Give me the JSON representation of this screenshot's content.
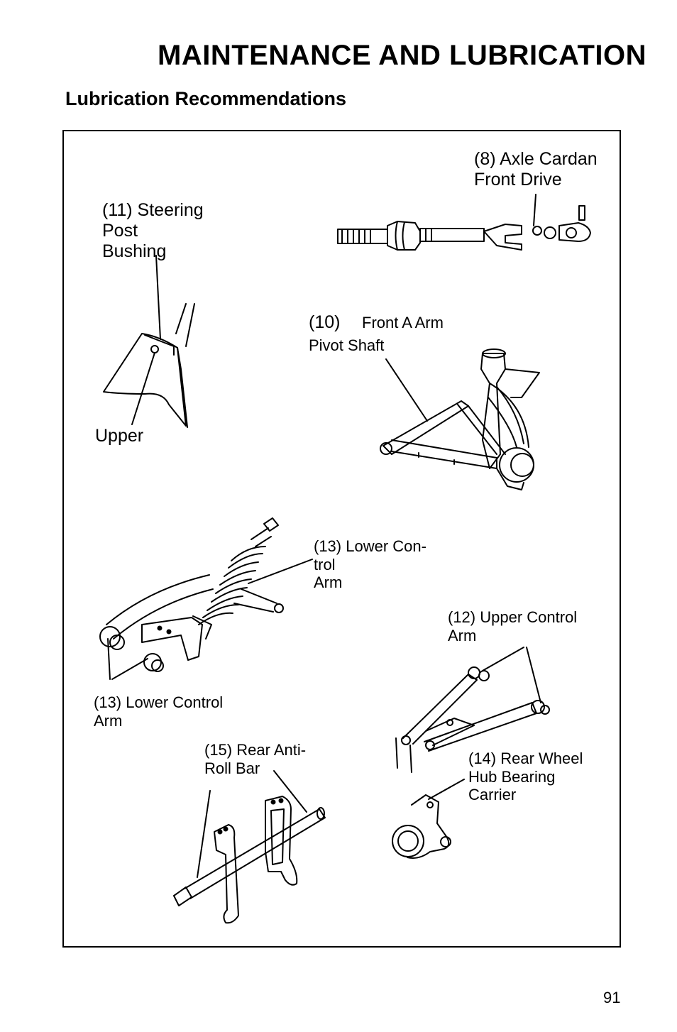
{
  "page": {
    "title": "MAINTENANCE AND LUBRICATION",
    "subtitle": "Lubrication Recommendations",
    "page_number": "91"
  },
  "labels": {
    "axle_cardan": "(8) Axle Cardan\nFront Drive",
    "steering_post": "(11)  Steering\nPost\nBushing",
    "front_a_arm_num": "(10)",
    "front_a_arm": "Front A Arm",
    "pivot_shaft": "Pivot Shaft",
    "upper": "Upper",
    "lower_control_arm_top": "(13)  Lower Con-\ntrol\n  Arm",
    "upper_control_arm": "(12) Upper Control\nArm",
    "lower_control_arm_left": "(13)  Lower Control\n Arm",
    "rear_anti_roll_bar": "(15) Rear Anti-\nRoll Bar",
    "rear_wheel_hub": "(14) Rear Wheel\nHub Bearing\nCarrier"
  },
  "illustrations": [
    "axle-cardan-drawing",
    "steering-post-drawing",
    "front-a-arm-drawing",
    "rear-shock-lower-arm-drawing",
    "upper-control-arm-drawing",
    "rear-anti-roll-bar-drawing",
    "rear-wheel-hub-carrier-drawing"
  ]
}
